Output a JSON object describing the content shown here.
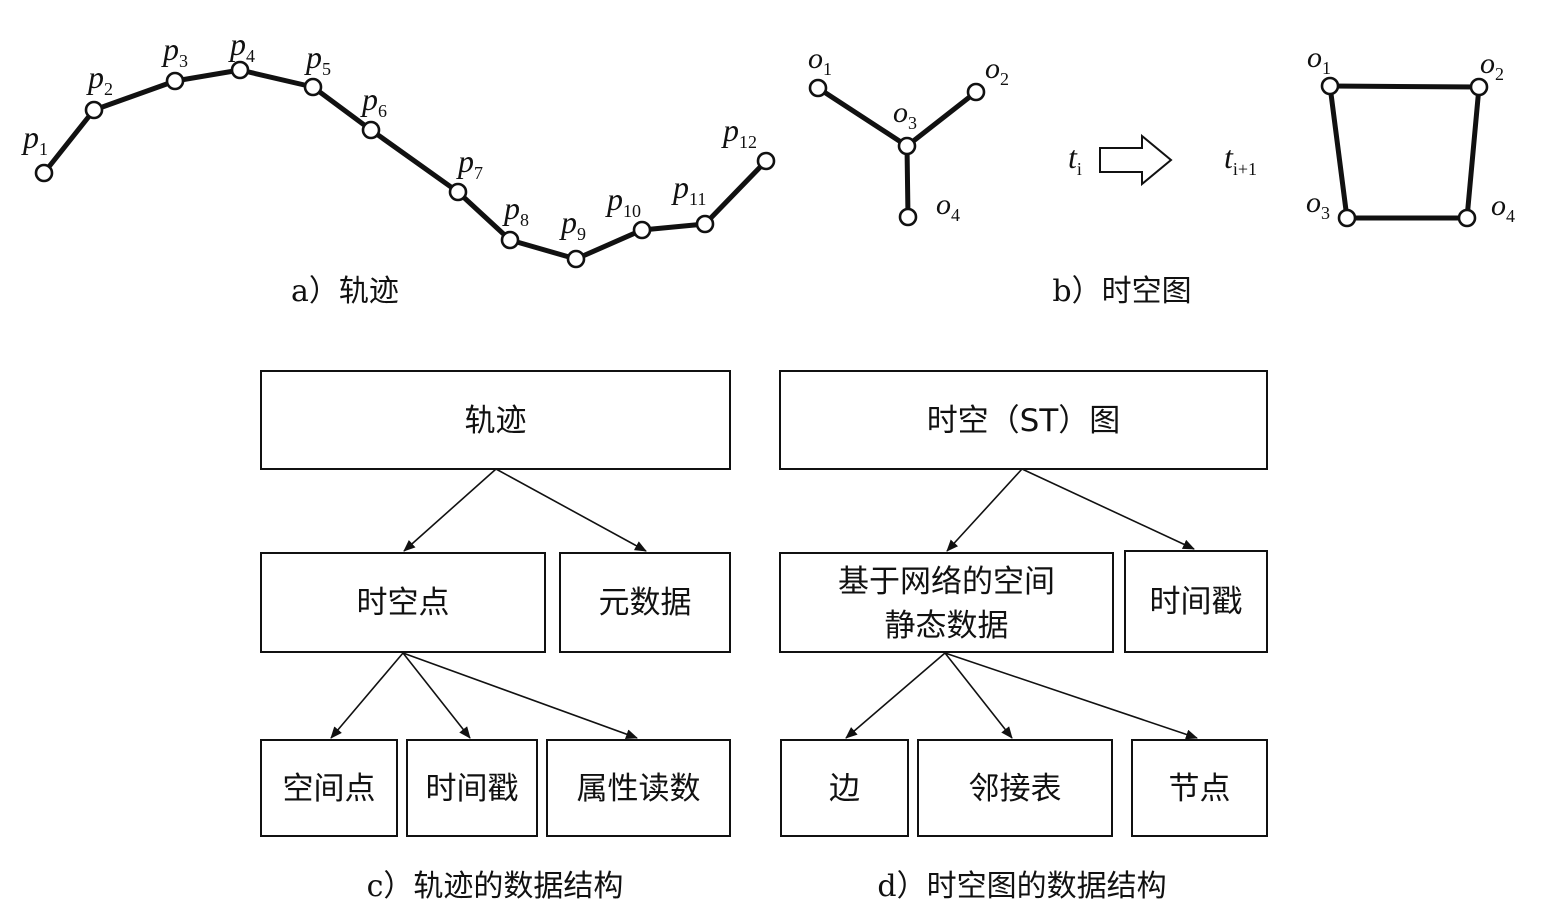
{
  "panel_a": {
    "caption": "a）轨迹",
    "points": [
      {
        "base": "p",
        "sub": "1"
      },
      {
        "base": "p",
        "sub": "2"
      },
      {
        "base": "p",
        "sub": "3"
      },
      {
        "base": "p",
        "sub": "4"
      },
      {
        "base": "p",
        "sub": "5"
      },
      {
        "base": "p",
        "sub": "6"
      },
      {
        "base": "p",
        "sub": "7"
      },
      {
        "base": "p",
        "sub": "8"
      },
      {
        "base": "p",
        "sub": "9"
      },
      {
        "base": "p",
        "sub": "10"
      },
      {
        "base": "p",
        "sub": "11"
      },
      {
        "base": "p",
        "sub": "12"
      }
    ]
  },
  "panel_b": {
    "caption": "b）时空图",
    "graph_ti": {
      "nodes": [
        {
          "base": "o",
          "sub": "1"
        },
        {
          "base": "o",
          "sub": "2"
        },
        {
          "base": "o",
          "sub": "3"
        },
        {
          "base": "o",
          "sub": "4"
        }
      ],
      "edges": [
        [
          "o1",
          "o3"
        ],
        [
          "o2",
          "o3"
        ],
        [
          "o3",
          "o4"
        ]
      ]
    },
    "time_from": {
      "base": "t",
      "sub": "i"
    },
    "time_to": {
      "base": "t",
      "sub": "i+1"
    },
    "graph_ti1": {
      "nodes": [
        {
          "base": "o",
          "sub": "1"
        },
        {
          "base": "o",
          "sub": "2"
        },
        {
          "base": "o",
          "sub": "3"
        },
        {
          "base": "o",
          "sub": "4"
        }
      ],
      "edges": [
        [
          "o1",
          "o2"
        ],
        [
          "o2",
          "o4"
        ],
        [
          "o4",
          "o3"
        ],
        [
          "o3",
          "o1"
        ]
      ]
    }
  },
  "panel_c": {
    "caption": "c）轨迹的数据结构",
    "root": "轨迹",
    "level2": [
      "时空点",
      "元数据"
    ],
    "level3": [
      "空间点",
      "时间戳",
      "属性读数"
    ]
  },
  "panel_d": {
    "caption": "d）时空图的数据结构",
    "root": "时空（ST）图",
    "level2_static_line1": "基于网络的空间",
    "level2_static_line2": "静态数据",
    "level2_time": "时间戳",
    "level3": [
      "边",
      "邻接表",
      "节点"
    ]
  }
}
